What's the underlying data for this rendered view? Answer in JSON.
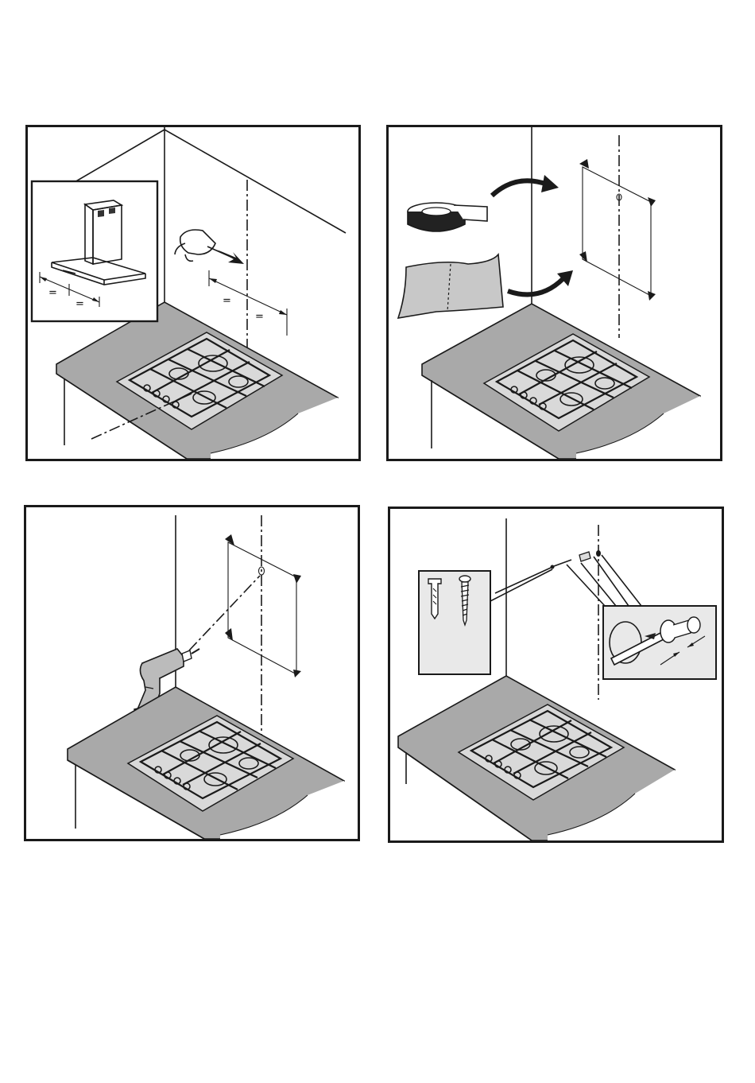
{
  "panels": [
    {
      "id": "step-1",
      "labels": {
        "equal_a": "=",
        "equal_b": "=",
        "equal_c": "=",
        "equal_d": "="
      }
    },
    {
      "id": "step-2"
    },
    {
      "id": "step-3"
    },
    {
      "id": "step-4"
    }
  ],
  "icons": [
    "hood-icon",
    "tape-roll-icon",
    "paper-template-icon",
    "drill-icon",
    "wall-plug-icon",
    "screw-icon",
    "screwdriver-icon",
    "pencil-hand-icon",
    "arrow-icon"
  ],
  "colors": {
    "line": "#1a1a1a",
    "countertop": "#a9a9a9",
    "hob": "#d9d9d9",
    "inset": "#e9e9e9"
  }
}
